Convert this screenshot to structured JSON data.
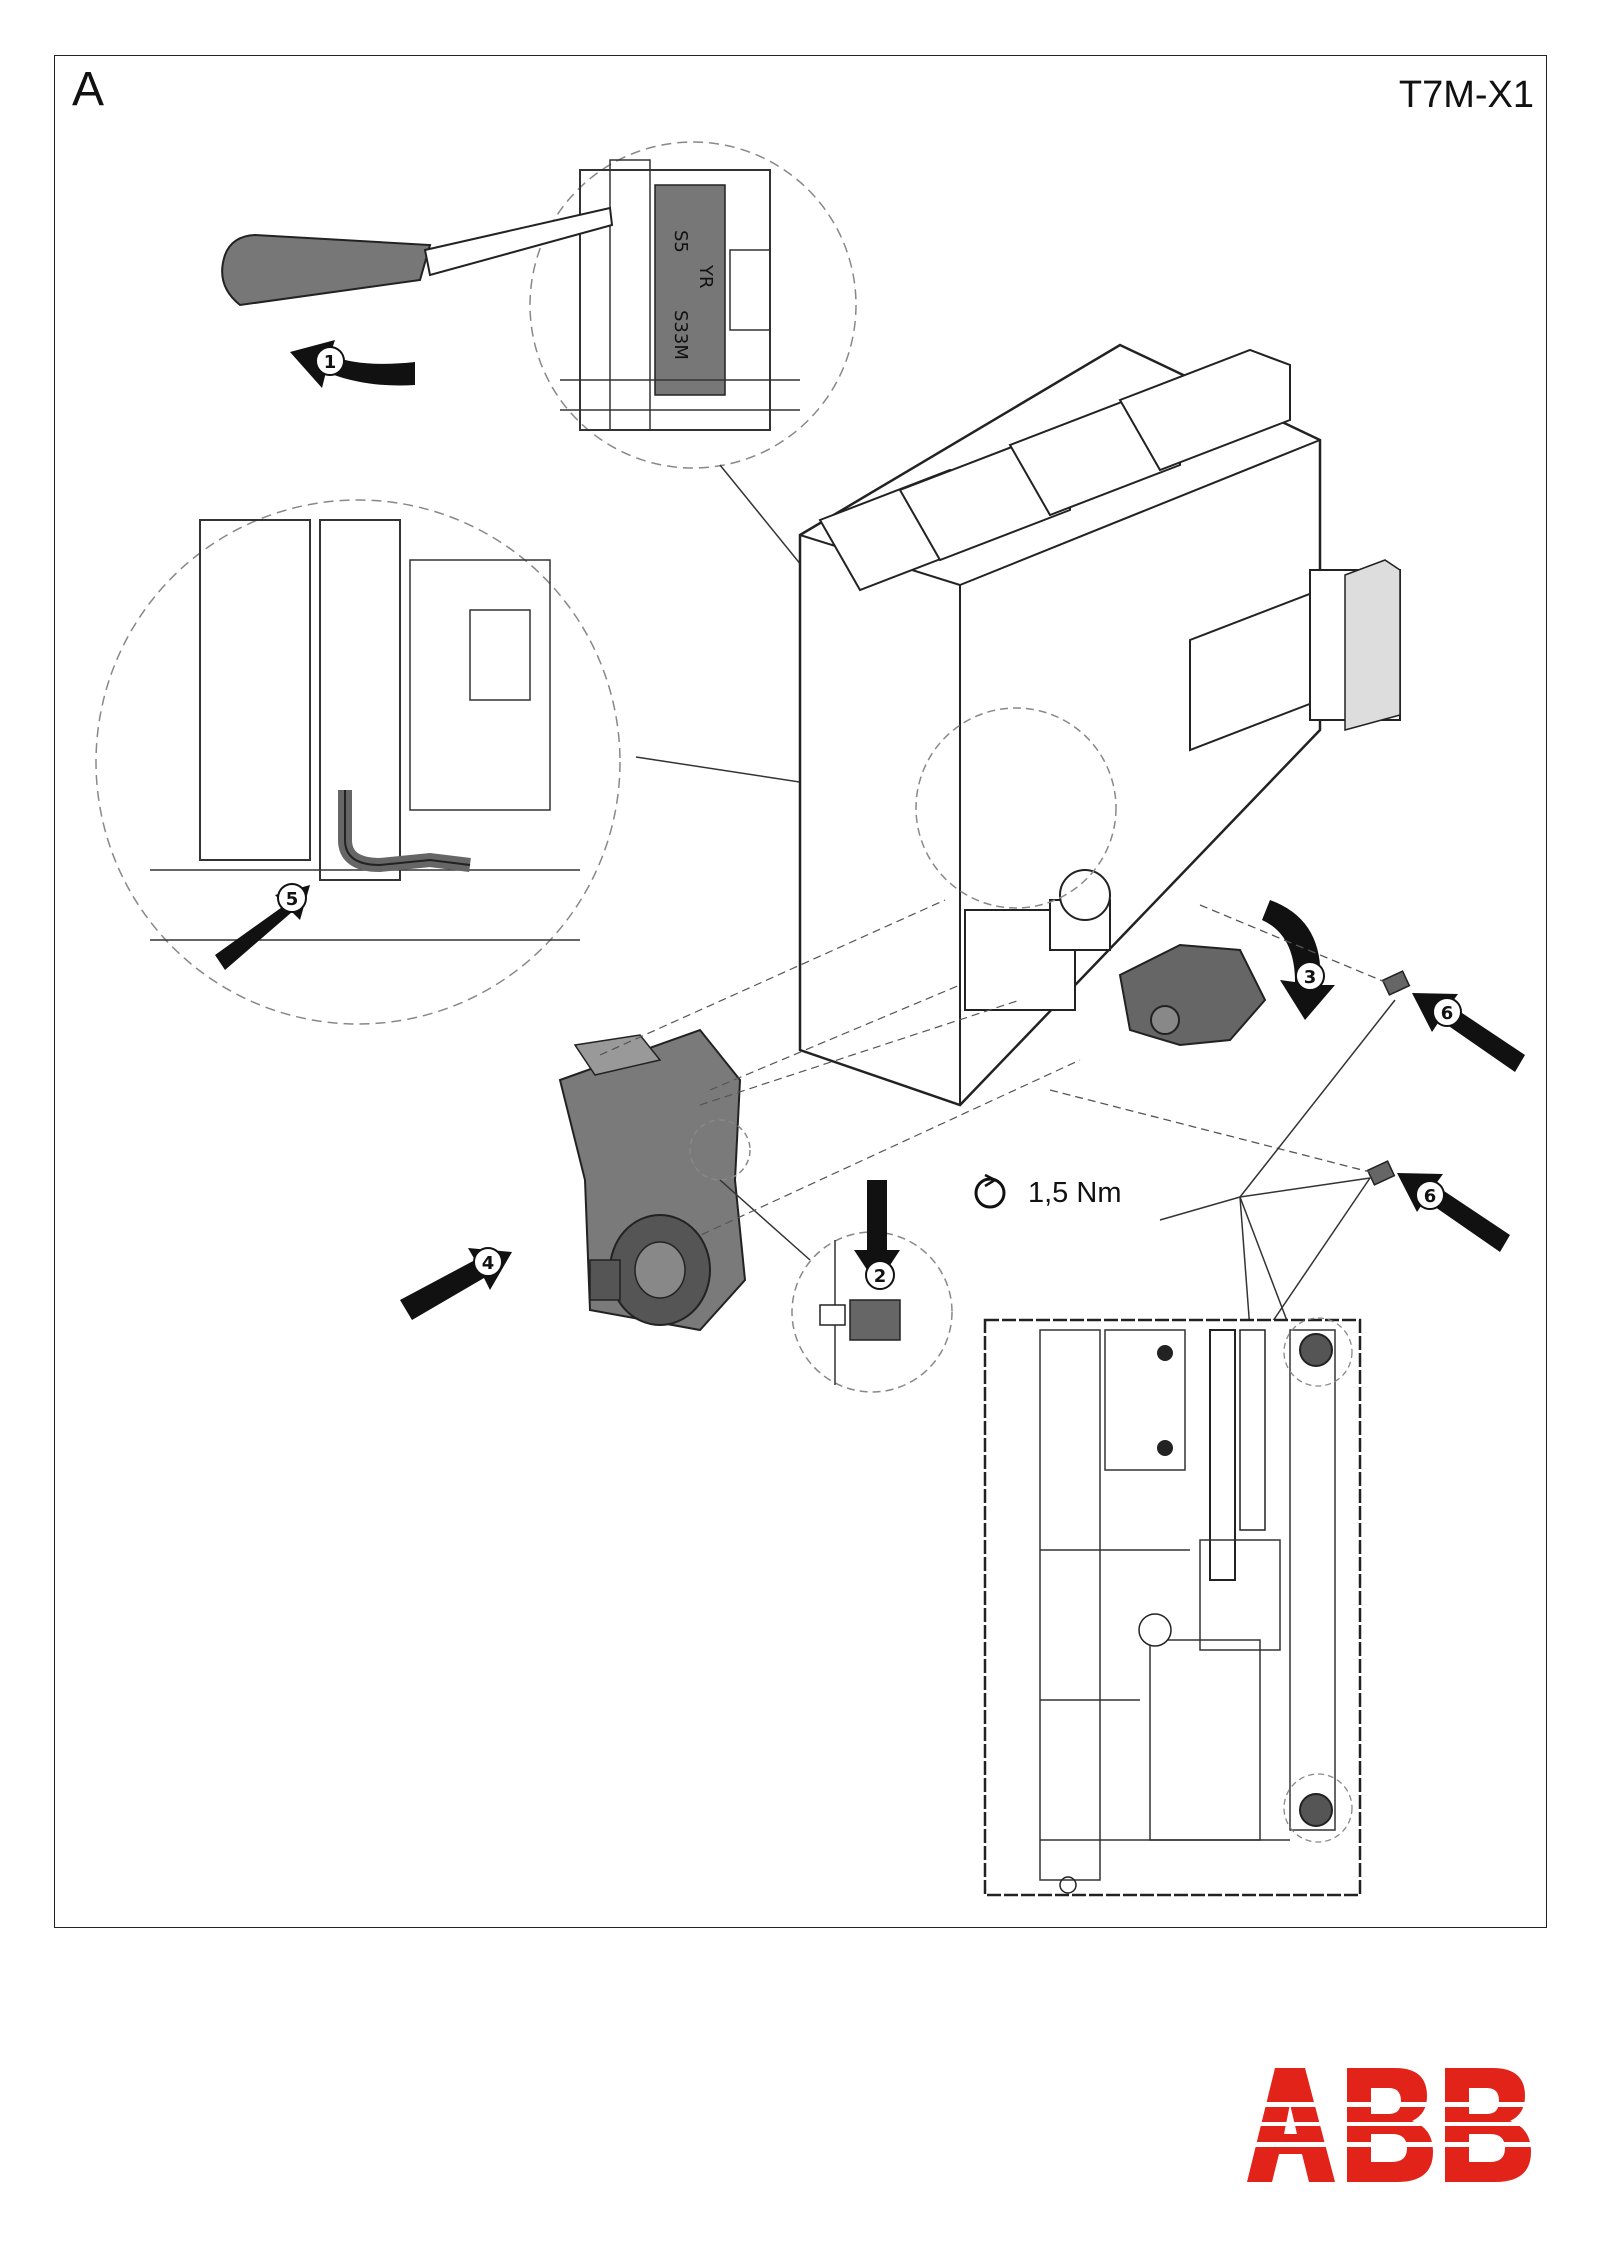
{
  "page": {
    "figure_letter": "A",
    "model": "T7M-X1",
    "torque": "1,5 Nm"
  },
  "steps": [
    "1",
    "2",
    "3",
    "4",
    "5",
    "6",
    "6"
  ],
  "detail_labels": {
    "l1": "S5",
    "l2": "YR",
    "l3": "S33M"
  },
  "brand": {
    "logo": "ABB",
    "color": "#e2231a"
  },
  "icons": [
    "screwdriver-icon",
    "torque-icon",
    "step-arrow-icon"
  ]
}
